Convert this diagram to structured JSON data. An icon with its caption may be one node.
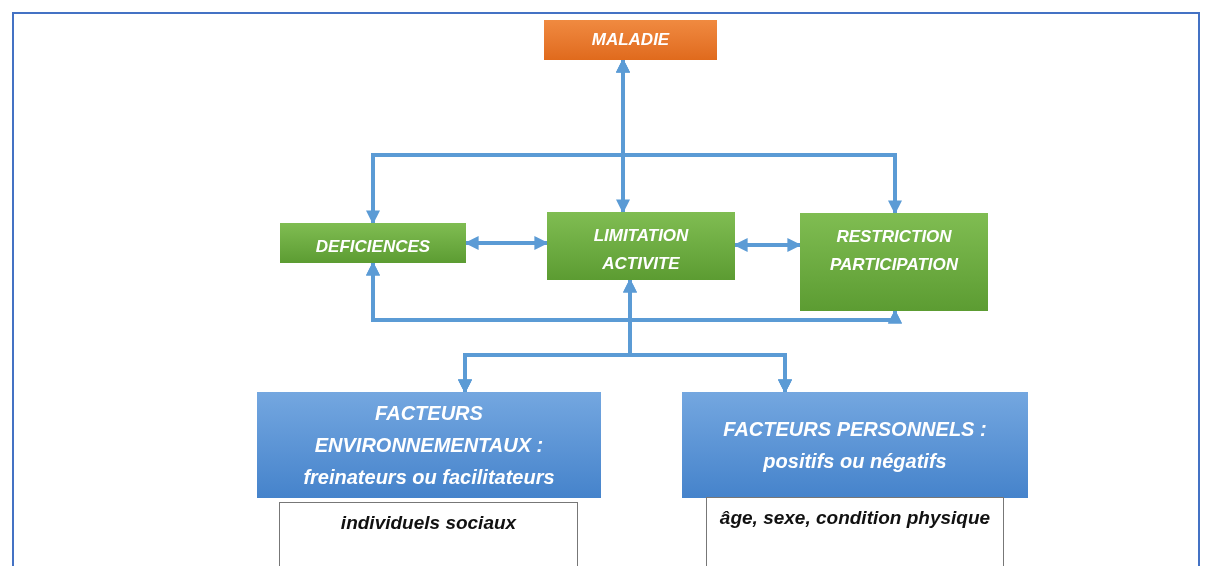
{
  "diagram": {
    "nodes": [
      {
        "text": [
          "MALADIE"
        ]
      },
      {
        "text": [
          "DEFICIENCES"
        ]
      },
      {
        "text": [
          "LIMITATION ACTIVITE"
        ]
      },
      {
        "text": [
          "RESTRICTION PARTICIPATION"
        ]
      },
      {
        "text": [
          "FACTEURS ENVIRONNEMENTAUX : freinateurs ou facilitateurs"
        ]
      },
      {
        "text": [
          "FACTEURS PERSONNELS : positifs ou négatifs"
        ]
      },
      {
        "text": [
          "individuels sociaux"
        ]
      },
      {
        "text": [
          "âge, sexe, condition physique"
        ]
      }
    ],
    "edges": [
      {
        "from": 0,
        "to": 2,
        "arrow": "both"
      },
      {
        "from": 0,
        "to": 1,
        "arrow": "both"
      },
      {
        "from": 0,
        "to": 3,
        "arrow": "both"
      },
      {
        "from": 1,
        "to": 2,
        "arrow": "both"
      },
      {
        "from": 2,
        "to": 3,
        "arrow": "both"
      },
      {
        "from": 4,
        "to": 1,
        "arrow": "both"
      },
      {
        "from": 4,
        "to": 2,
        "arrow": "both"
      },
      {
        "from": 4,
        "to": 3,
        "arrow": "both"
      },
      {
        "from": 5,
        "to": 1,
        "arrow": "both"
      },
      {
        "from": 5,
        "to": 2,
        "arrow": "both"
      },
      {
        "from": 5,
        "to": 3,
        "arrow": "both"
      }
    ]
  }
}
